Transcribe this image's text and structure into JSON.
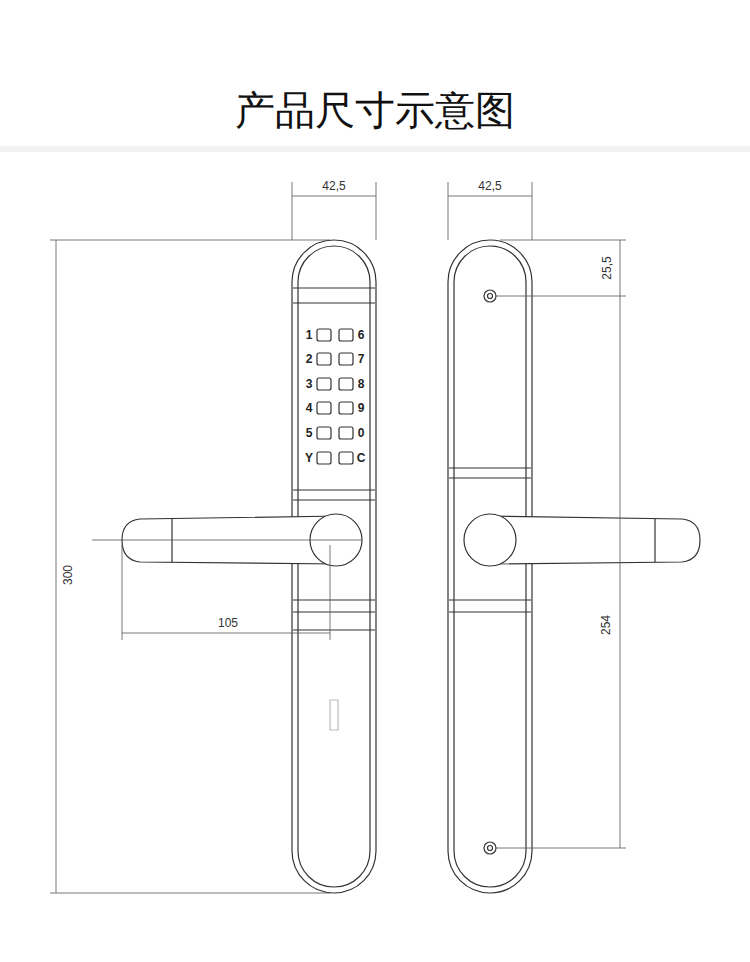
{
  "diagram": {
    "title": "产品尺寸示意图",
    "labels": [
      "42,5",
      "42,5",
      "25,5",
      "300",
      "1",
      "6",
      "2",
      "7",
      "3",
      "8",
      "4",
      "9",
      "5",
      "0",
      "Y",
      "C",
      "105",
      "254"
    ]
  }
}
